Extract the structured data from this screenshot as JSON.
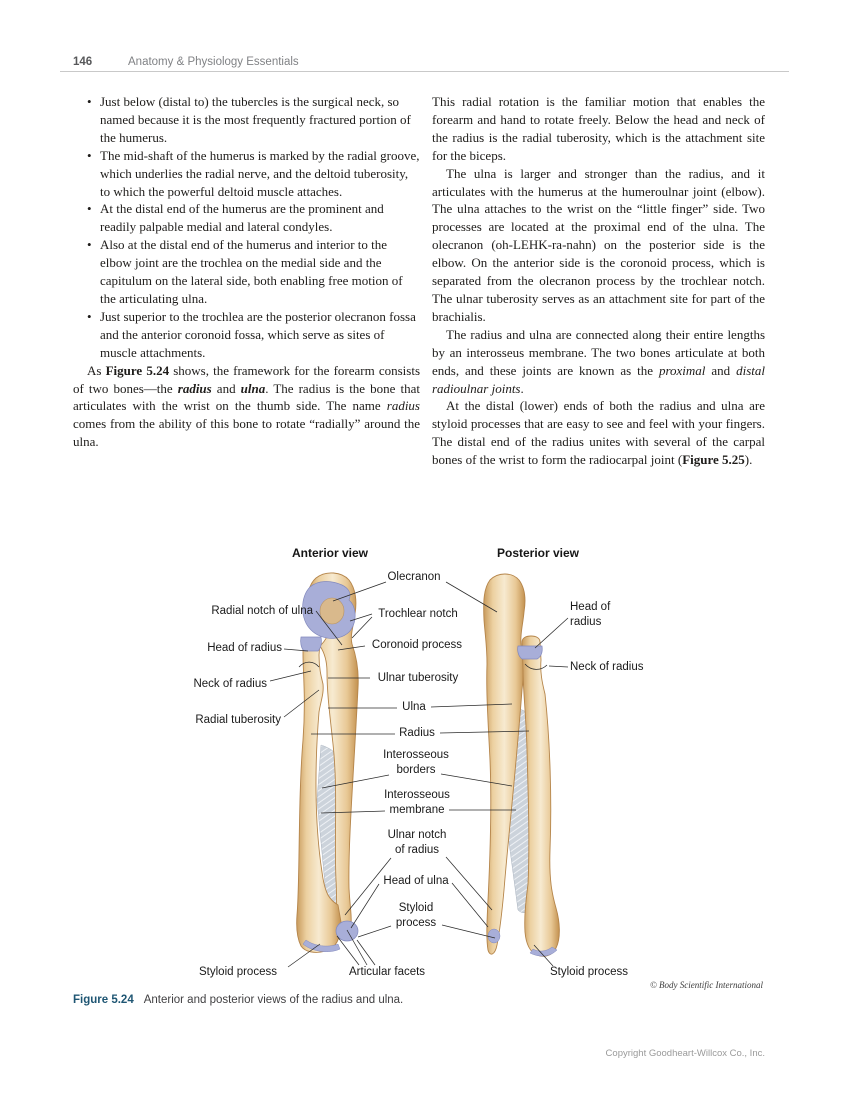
{
  "page": {
    "number": "146",
    "book_title": "Anatomy & Physiology Essentials",
    "footer_copyright": "Copyright Goodheart-Willcox Co., Inc."
  },
  "left_column": {
    "bullets": [
      "Just below (distal to) the tubercles is the surgical neck, so named because it is the most frequently fractured portion of the humerus.",
      "The mid-shaft of the humerus is marked by the radial groove, which underlies the radial nerve, and the deltoid tuberosity, to which the powerful deltoid muscle attaches.",
      "At the distal end of the humerus are the prominent and readily palpable medial and lateral condyles.",
      "Also at the distal end of the humerus and interior to the elbow joint are the trochlea on the medial side and the capitulum on the lateral side, both enabling free motion of the articulating ulna.",
      "Just superior to the trochlea are the posterior olecranon fossa and the anterior coronoid fossa, which serve as sites of muscle attachments."
    ],
    "paragraph": {
      "segments": [
        {
          "t": "As ",
          "s": ""
        },
        {
          "t": "Figure 5.24",
          "s": "b"
        },
        {
          "t": " shows, the framework for the forearm consists of two bones—the ",
          "s": ""
        },
        {
          "t": "radius",
          "s": "bi"
        },
        {
          "t": " and ",
          "s": ""
        },
        {
          "t": "ulna",
          "s": "bi"
        },
        {
          "t": ". The radius is the bone that articulates with the wrist on the thumb side. The name ",
          "s": ""
        },
        {
          "t": "radius",
          "s": "i"
        },
        {
          "t": " comes from the ability of this bone to rotate “radially” around the ulna.",
          "s": ""
        }
      ]
    }
  },
  "right_column": {
    "paragraphs": [
      {
        "indent": false,
        "segments": [
          {
            "t": "This radial rotation is the familiar motion that enables the forearm and hand to rotate freely. Below the head and neck of the radius is the radial tuberosity, which is the attachment site for the biceps.",
            "s": ""
          }
        ]
      },
      {
        "indent": true,
        "segments": [
          {
            "t": "The ulna is larger and stronger than the radius, and it articulates with the humerus at the humeroulnar joint (elbow). The ulna attaches to the wrist on the “little finger” side. Two processes are located at the proximal end of the ulna. The olecranon (oh-LEHK-ra-nahn) on the posterior side is the elbow. On the anterior side is the coronoid process, which is separated from the olecranon process by the trochlear notch. The ulnar tuberosity serves as an attachment site for part of the brachialis.",
            "s": ""
          }
        ]
      },
      {
        "indent": true,
        "segments": [
          {
            "t": "The radius and ulna are connected along their entire lengths by an interosseus membrane. The two bones articulate at both ends, and these joints are known as the ",
            "s": ""
          },
          {
            "t": "proximal",
            "s": "i"
          },
          {
            "t": " and ",
            "s": ""
          },
          {
            "t": "distal radioulnar joints",
            "s": "i"
          },
          {
            "t": ".",
            "s": ""
          }
        ]
      },
      {
        "indent": true,
        "segments": [
          {
            "t": "At the distal (lower) ends of both the radius and ulna are styloid processes that are easy to see and feel with your fingers. The distal end of the radius unites with several of the carpal bones of the wrist to form the radiocarpal joint (",
            "s": ""
          },
          {
            "t": "Figure 5.25",
            "s": "b"
          },
          {
            "t": ").",
            "s": ""
          }
        ]
      }
    ]
  },
  "figure": {
    "anterior_title": "Anterior view",
    "posterior_title": "Posterior view",
    "labels": {
      "olecranon": "Olecranon",
      "radial_notch_of_ulna": "Radial notch of ulna",
      "trochlear_notch": "Trochlear notch",
      "head_of_radius_left": "Head of radius",
      "coronoid_process": "Coronoid process",
      "neck_of_radius_left": "Neck of radius",
      "ulnar_tuberosity": "Ulnar tuberosity",
      "radial_tuberosity": "Radial tuberosity",
      "ulna": "Ulna",
      "radius": "Radius",
      "interosseous_borders": "Interosseous\nborders",
      "interosseous_membrane": "Interosseous\nmembrane",
      "ulnar_notch_of_radius": "Ulnar notch\nof radius",
      "head_of_ulna": "Head of ulna",
      "styloid_process_center": "Styloid\nprocess",
      "styloid_process_bottom_left": "Styloid process",
      "articular_facets": "Articular facets",
      "styloid_process_bottom_right": "Styloid process",
      "head_of_radius_right": "Head of\nradius",
      "neck_of_radius_right": "Neck of radius"
    },
    "credit": "© Body Scientific International",
    "caption_label": "Figure 5.24",
    "caption_text": "Anterior and posterior views of the radius and ulna.",
    "colors": {
      "bone_light": "#f7ead0",
      "bone_mid": "#ecd0a0",
      "bone_edge": "#c89a5c",
      "cartilage_purple": "#a8aed8",
      "membrane_gray": "#ccd3db",
      "caption_accent": "#1f5673"
    }
  }
}
